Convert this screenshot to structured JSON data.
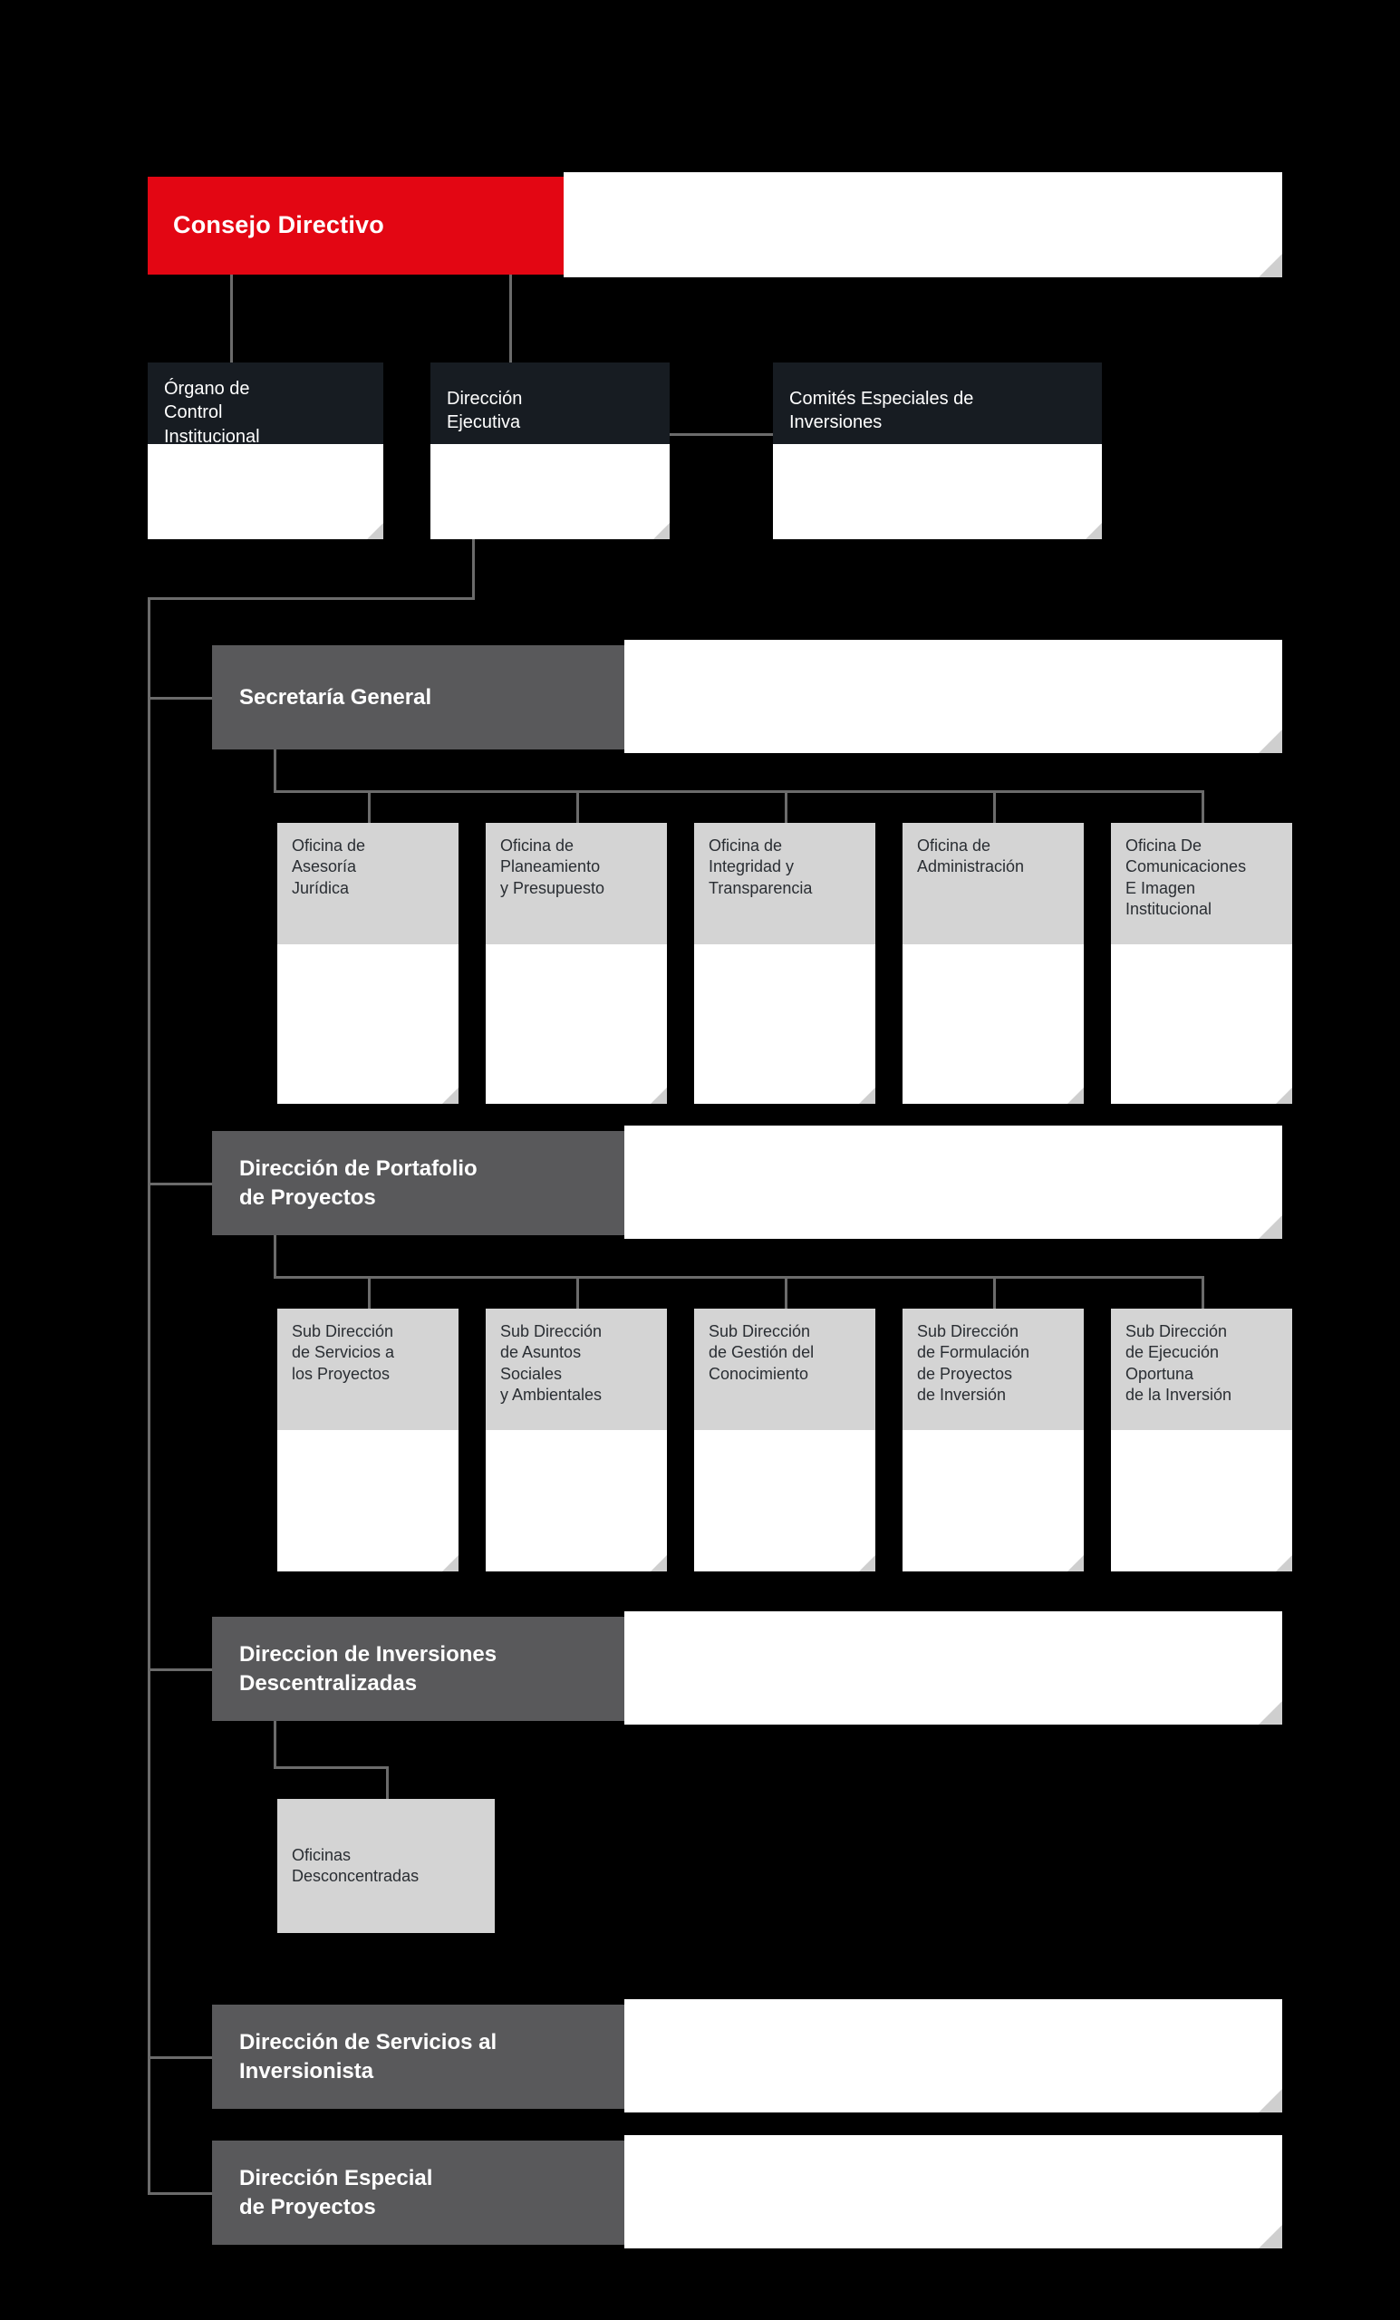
{
  "meta": {
    "title": "Organigrama Institucional",
    "background": "#000000"
  },
  "palette": {
    "red": "#e30613",
    "dark": "#171c22",
    "gray_label": "#59595b",
    "light_box": "#d4d4d4",
    "panel_white": "#ffffff",
    "fold": "#cfcfcf",
    "line": "#6b6b6b",
    "text_light": "#ffffff",
    "text_dark": "#2a2e33"
  },
  "top": {
    "consejo_directivo": "Consejo Directivo"
  },
  "tier2": [
    {
      "label": "Órgano de\nControl\nInstitucional"
    },
    {
      "label": "Dirección\nEjecutiva"
    },
    {
      "label": "Comités Especiales de\nInversiones"
    }
  ],
  "directorates": [
    {
      "label": "Secretaría General",
      "children": [
        "Oficina de\nAsesoría\nJurídica",
        "Oficina de\nPlaneamiento\ny Presupuesto",
        "Oficina de\nIntegridad y\nTransparencia",
        "Oficina de\nAdministración",
        "Oficina De\nComunicaciones\nE Imagen\nInstitucional"
      ]
    },
    {
      "label": "Dirección de Portafolio\nde Proyectos",
      "children": [
        "Sub Dirección\nde Servicios a\nlos Proyectos",
        "Sub Dirección\nde Asuntos\nSociales\ny Ambientales",
        "Sub Dirección\nde Gestión del\nConocimiento",
        "Sub Dirección\nde Formulación\nde Proyectos\nde Inversión",
        "Sub Dirección\nde Ejecución\nOportuna\nde la Inversión"
      ]
    },
    {
      "label": "Direccion de Inversiones\nDescentralizadas",
      "children": [
        "Oficinas\nDesconcentradas"
      ]
    },
    {
      "label": "Dirección de Servicios al\nInversionista",
      "children": []
    },
    {
      "label": "Dirección Especial\nde Proyectos",
      "children": []
    }
  ]
}
